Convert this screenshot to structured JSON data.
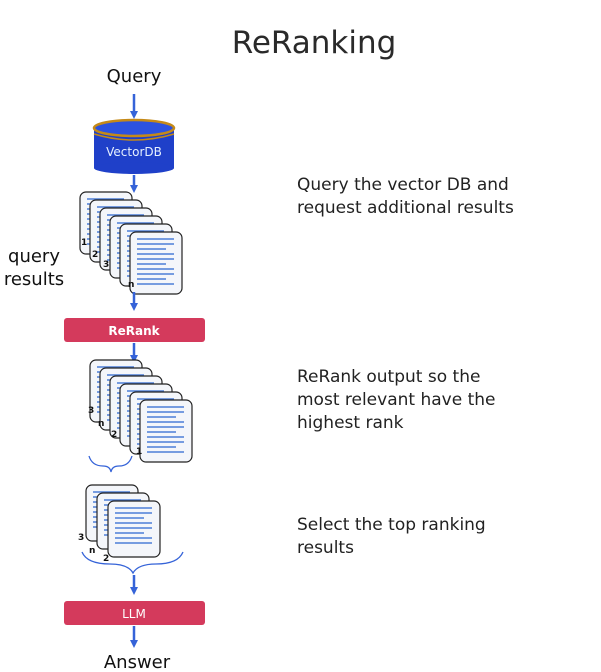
{
  "title": "ReRanking",
  "flow": {
    "input_label": "Query",
    "vector_db_label": "VectorDB",
    "query_results_label": [
      "query",
      "results"
    ],
    "rerank_label": "ReRank",
    "llm_label": "LLM",
    "output_label": "Answer"
  },
  "stacks": {
    "query_results_ranks": [
      "1",
      "2",
      "3",
      "n"
    ],
    "reranked_ranks": [
      "3",
      "n",
      "2",
      "1"
    ],
    "selected_ranks": [
      "3",
      "n",
      "2"
    ]
  },
  "descriptions": {
    "step1": [
      "Query the vector DB and",
      "request additional results"
    ],
    "step2": [
      "ReRank output so the",
      "most relevant have the",
      "highest rank"
    ],
    "step3": [
      "Select the top ranking",
      "results"
    ]
  },
  "colors": {
    "arrow": "#3563d8",
    "db_fill": "#1f40c9",
    "db_top": "#2c52e0",
    "db_rim": "#c58a18",
    "box_fill": "#d43a5c",
    "doc_line": "#4d7fd8"
  }
}
